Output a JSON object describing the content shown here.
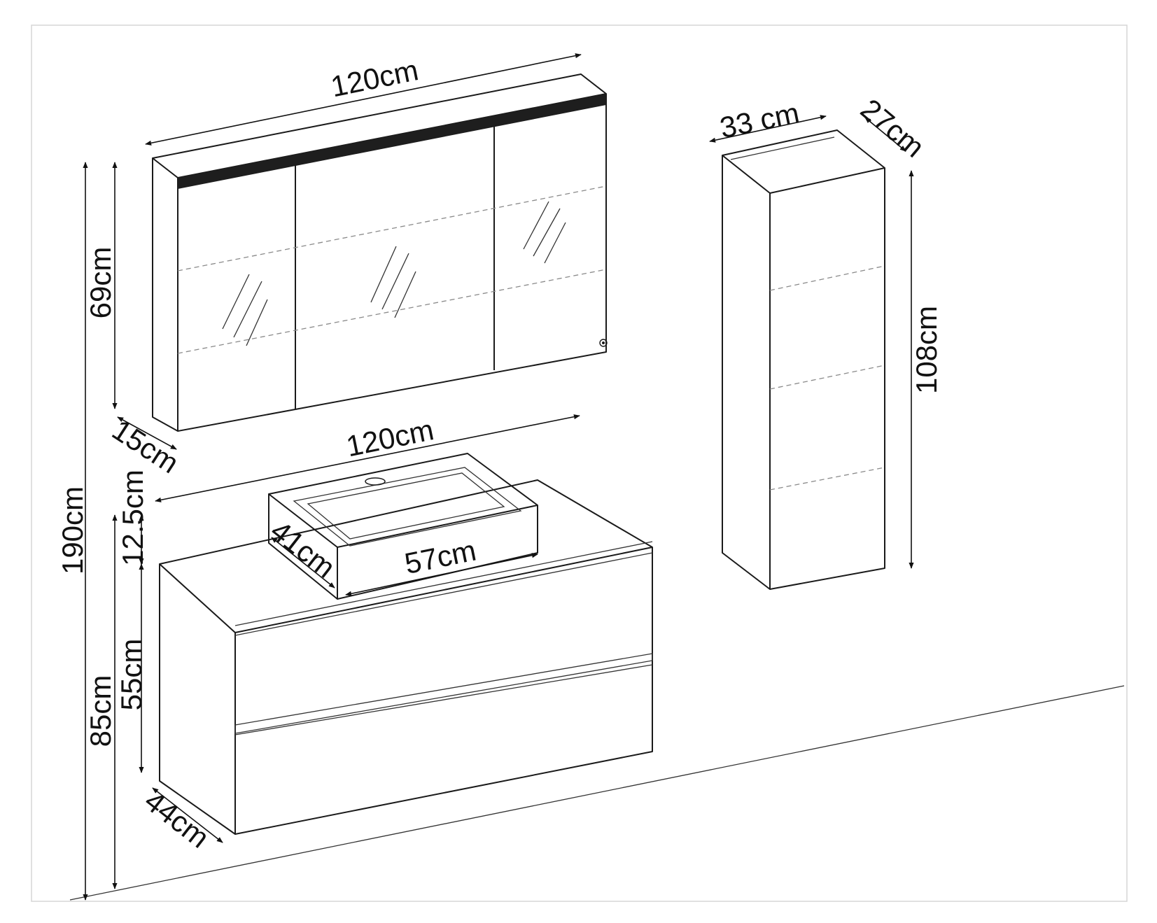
{
  "colors": {
    "line": "#1a1a1a",
    "frame": "#d6d6d6",
    "led_strip": "#1e1e1e"
  },
  "dimensions": {
    "mirror_width": "120cm",
    "mirror_height": "69cm",
    "mirror_depth": "15cm",
    "total_height": "190cm",
    "sink_gap": "12.5cm",
    "vanity_width": "120cm",
    "basin_depth": "41cm",
    "basin_width": "57cm",
    "vanity_height": "55cm",
    "top_height": "85cm",
    "vanity_depth": "44cm",
    "tall_width": "33 cm",
    "tall_depth": "27cm",
    "tall_height": "108cm"
  }
}
